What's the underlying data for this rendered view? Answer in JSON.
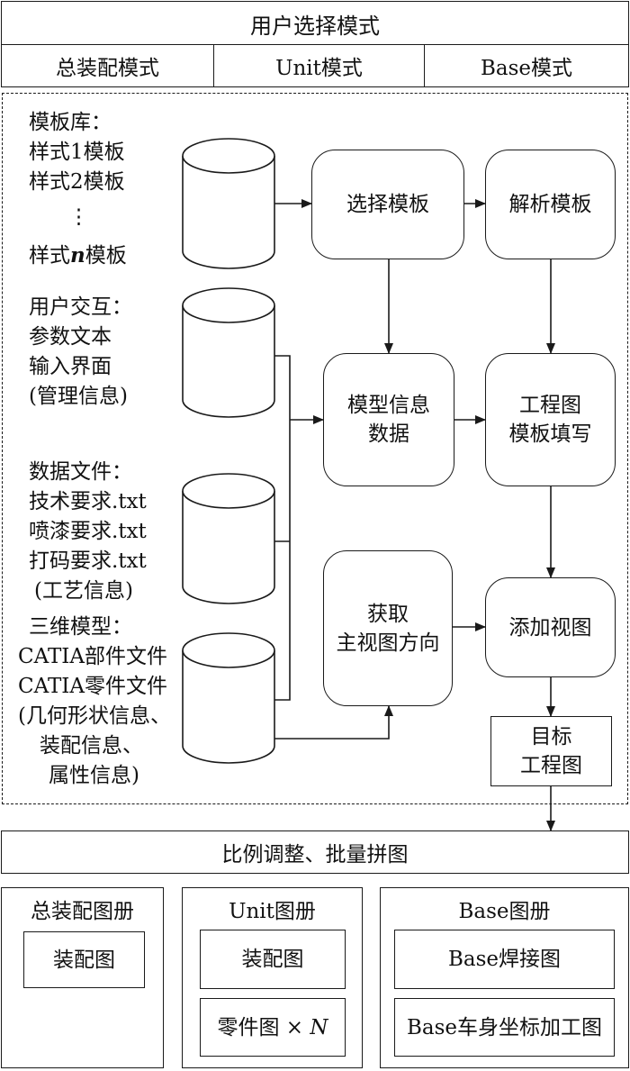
{
  "header": {
    "title": "用户选择模式",
    "modes": [
      "总装配模式",
      "Unit模式",
      "Base模式"
    ]
  },
  "sources": {
    "template_lib": [
      "模板库：",
      "样式1模板",
      "样式2模板",
      "⋮",
      "样式",
      "n",
      "模板"
    ],
    "user_interaction": [
      "用户交互：",
      "参数文本",
      "输入界面",
      "(管理信息)"
    ],
    "data_files": [
      "数据文件：",
      "技术要求.txt",
      "喷漆要求.txt",
      "打码要求.txt",
      "(工艺信息)"
    ],
    "model_3d": [
      "三维模型：",
      "CATIA部件文件",
      "CATIA零件文件",
      "(几何形状信息、",
      "装配信息、",
      "属性信息)"
    ]
  },
  "process": {
    "select_template": "选择模板",
    "parse_template": "解析模板",
    "model_info": [
      "模型信息",
      "数据"
    ],
    "drawing_template": [
      "工程图",
      "模板填写"
    ],
    "get_view": [
      "获取",
      "主视图方向"
    ],
    "add_view": "添加视图",
    "target": [
      "目标",
      "工程图"
    ]
  },
  "batch": "比例调整、批量拼图",
  "albums": {
    "assembly": {
      "title": "总装配图册",
      "items": [
        "装配图"
      ]
    },
    "unit": {
      "title": "Unit图册",
      "items": [
        "装配图",
        "零件图 × ",
        "N"
      ]
    },
    "base": {
      "title": "Base图册",
      "items": [
        "Base焊接图",
        "Base车身坐标加工图"
      ]
    }
  }
}
